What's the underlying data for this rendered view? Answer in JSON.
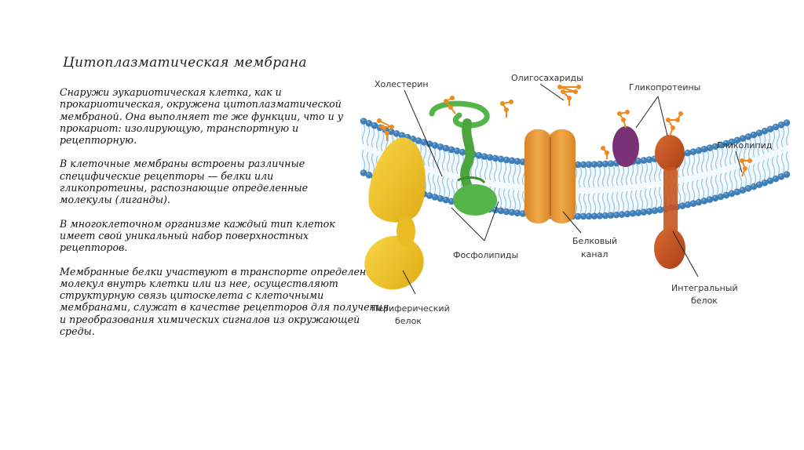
{
  "slide": {
    "title": "Цитоплазматическая мембрана",
    "paragraphs": [
      "Снаружи эукариотическая клетка, как и прокариотическая, окружена цитоплазматической мембраной. Она выполняет те же функции, что и у прокариот: изолирующую, транспортную и рецепторную.",
      "В клеточные мембраны встроены различные специфические рецепторы — белки или гликопротеины, распознающие определенные молекулы (лиганды).",
      "В многоклеточном организме каждый тип клеток имеет свой уникальный набор поверхностных рецепторов.",
      "Мембранные белки участвуют в транспорте определенных молекул внутрь клетки или из нее, осуществляют структурную связь цитоскелета с клеточными мембранами, служат в качестве рецепторов для получения и преобразования химических сигналов из окружающей среды."
    ]
  },
  "diagram": {
    "labels": {
      "cholesterol": "Холестерин",
      "oligosaccharides": "Олигосахариды",
      "glycoproteins": "Гликопротеины",
      "glycolipid": "Гликолипид",
      "phospholipids": "Фосфолипиды",
      "channel_line1": "Белковый",
      "channel_line2": "канал",
      "integral_line1": "Интегральный",
      "integral_line2": "белок",
      "peripheral_line1": "Периферический",
      "peripheral_line2": "белок"
    },
    "colors": {
      "head": "#3f7fb8",
      "head_light": "#6fa6d6",
      "tail": "#9cc8e8",
      "core": "#f4f9fd",
      "peripheral_protein": "#f2c229",
      "cholesterol_protein": "#55b548",
      "channel_protein": "#e49333",
      "glycoprotein_purple": "#7a3276",
      "integral_protein": "#c9541f",
      "sugar_chain": "#f08a1c"
    }
  }
}
